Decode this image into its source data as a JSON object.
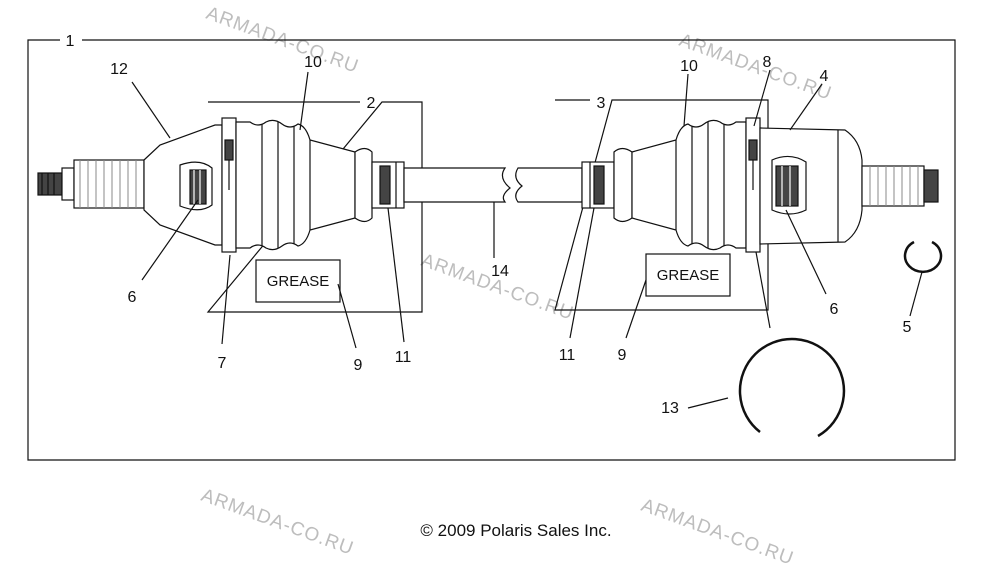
{
  "callouts": {
    "c1": "1",
    "c2": "2",
    "c3": "3",
    "c4": "4",
    "c5": "5",
    "c6a": "6",
    "c6b": "6",
    "c7": "7",
    "c8": "8",
    "c9a": "9",
    "c9b": "9",
    "c10a": "10",
    "c10b": "10",
    "c11a": "11",
    "c11b": "11",
    "c12": "12",
    "c13": "13",
    "c14": "14"
  },
  "grease_left": "GREASE",
  "grease_right": "GREASE",
  "copyright": "© 2009 Polaris Sales Inc.",
  "watermark": "ARMADA-CO.RU"
}
